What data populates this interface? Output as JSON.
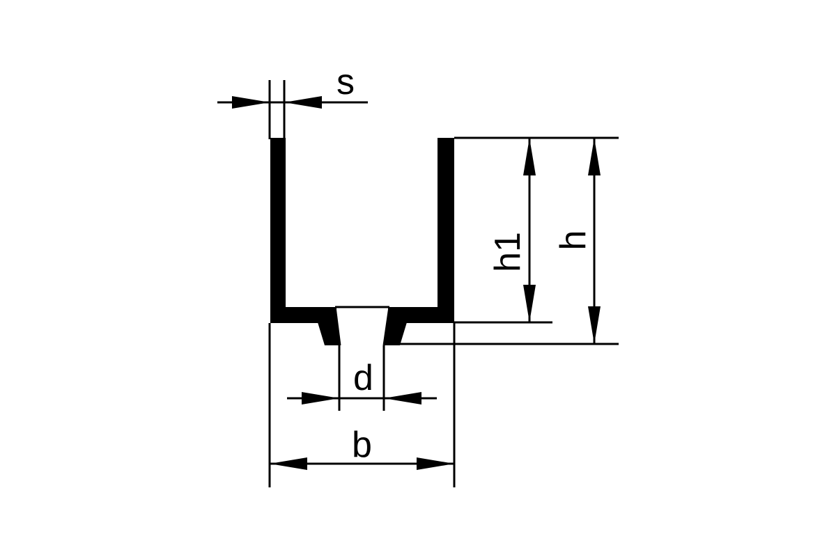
{
  "diagram": {
    "labels": {
      "s": "s",
      "h1": "h1",
      "h": "h",
      "d": "d",
      "b": "b"
    },
    "colors": {
      "ink": "#000000",
      "background": "#ffffff"
    }
  }
}
